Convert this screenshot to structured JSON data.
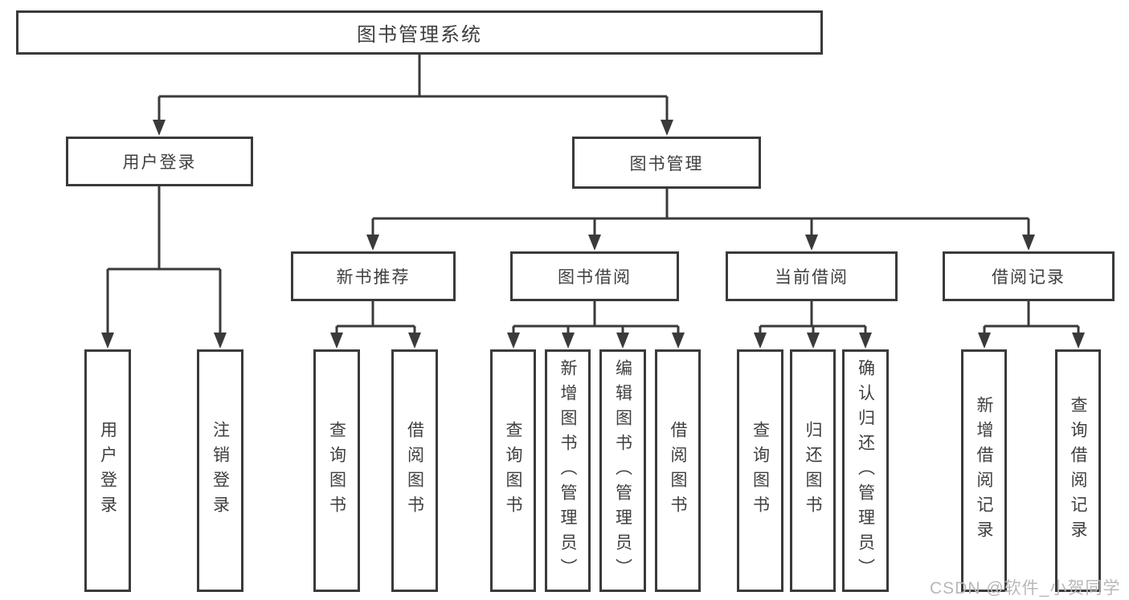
{
  "tree": {
    "root": "图书管理系统",
    "children": [
      {
        "label": "用户登录",
        "children": [
          "用户登录",
          "注销登录"
        ]
      },
      {
        "label": "图书管理",
        "children": [
          {
            "label": "新书推荐",
            "children": [
              "查询图书",
              "借阅图书"
            ]
          },
          {
            "label": "图书借阅",
            "children": [
              "查询图书",
              "新增图书（管理员）",
              "编辑图书（管理员）",
              "借阅图书"
            ]
          },
          {
            "label": "当前借阅",
            "children": [
              "查询图书",
              "归还图书",
              "确认归还（管理员）"
            ]
          },
          {
            "label": "借阅记录",
            "children": [
              "新增借阅记录",
              "查询借阅记录"
            ]
          }
        ]
      }
    ]
  },
  "watermark": "CSDN @软件_小贺同学",
  "colors": {
    "line": "#3a3a3a",
    "text": "#3f3f3f",
    "background": "#ffffff",
    "watermark": "#b8b8b8"
  }
}
